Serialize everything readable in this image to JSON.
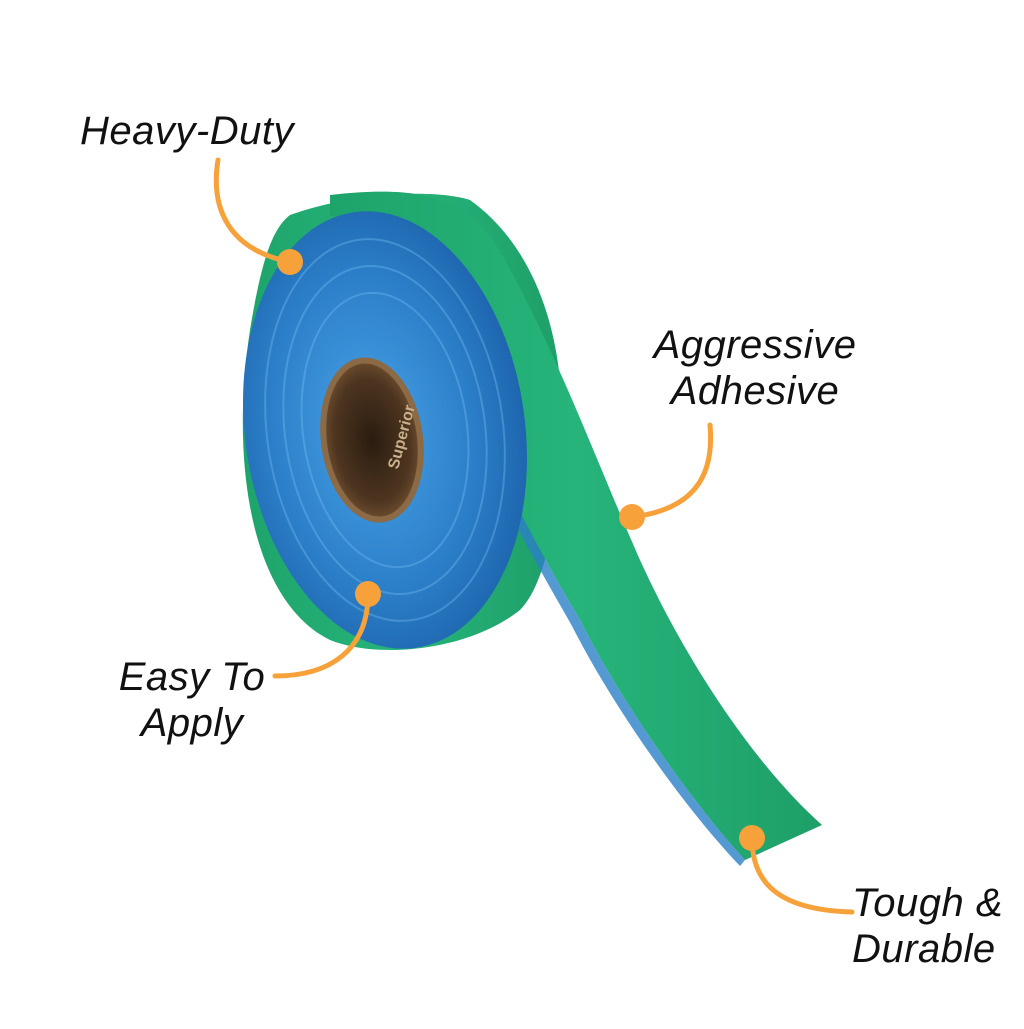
{
  "callouts": {
    "heavy_duty": {
      "lines": [
        "Heavy-Duty"
      ]
    },
    "aggressive_adhesive": {
      "lines": [
        "Aggressive",
        "Adhesive"
      ]
    },
    "easy_to_apply": {
      "lines": [
        "Easy To",
        "Apply"
      ]
    },
    "tough_durable": {
      "lines": [
        "Tough &",
        "Durable"
      ]
    }
  },
  "core_print": "Superior",
  "colors": {
    "tape_face": "#22b276",
    "tape_adhesive": "#2b7fc8",
    "core": "#6b4a2b",
    "callout_accent": "#f7a13a",
    "label_text": "#111111",
    "background": "#ffffff"
  }
}
